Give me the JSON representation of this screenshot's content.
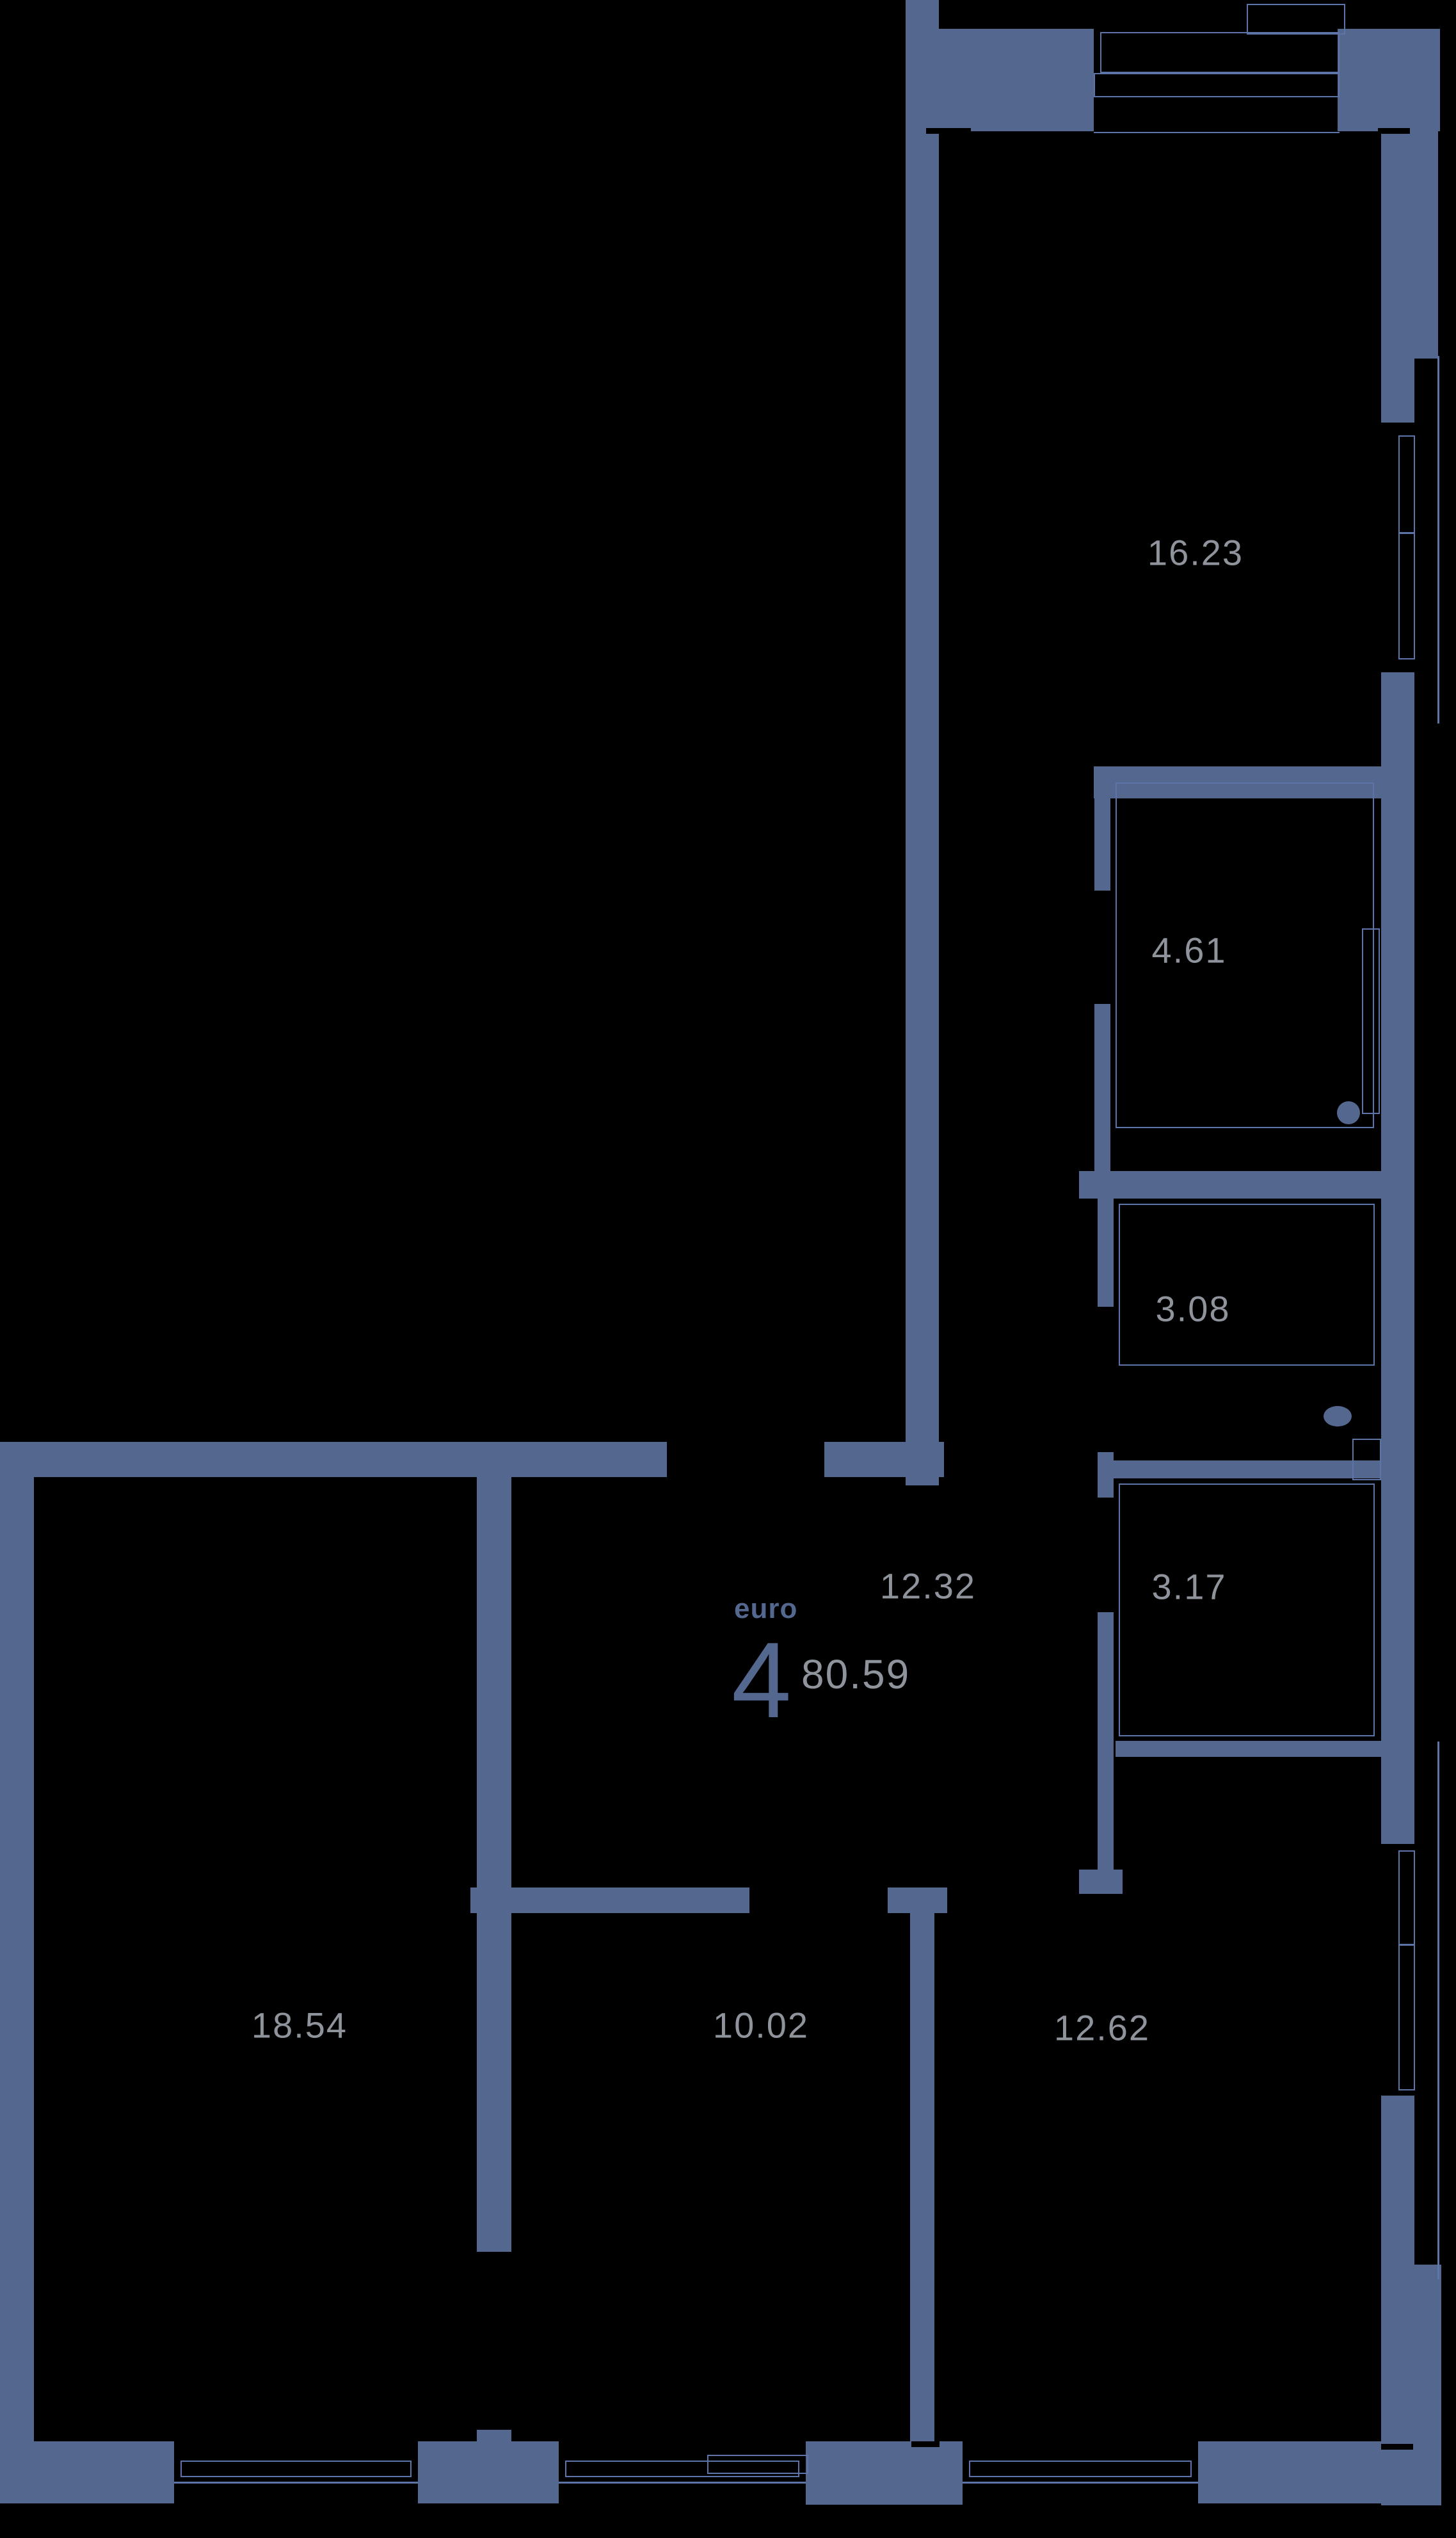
{
  "plan": {
    "unit": {
      "type_label": "euro",
      "rooms_count": "4",
      "total_area": "80.59"
    },
    "rooms": [
      {
        "id": "bedroom-top",
        "area": "16.23"
      },
      {
        "id": "bathroom-big",
        "area": "4.61"
      },
      {
        "id": "hall-small",
        "area": "3.08"
      },
      {
        "id": "bathroom-small",
        "area": "3.17"
      },
      {
        "id": "corridor",
        "area": "12.32"
      },
      {
        "id": "living-room",
        "area": "18.54"
      },
      {
        "id": "bedroom-middle",
        "area": "10.02"
      },
      {
        "id": "kitchen",
        "area": "12.62"
      }
    ],
    "colors": {
      "background": "#000000",
      "wall": "#54678f",
      "line": "#5d74a8",
      "area_text": "#8f949c",
      "accent_text": "#54678f"
    }
  }
}
